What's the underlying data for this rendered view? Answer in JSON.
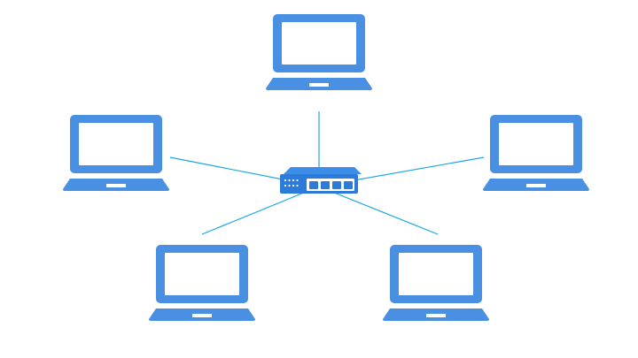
{
  "colors": {
    "background": "#ffffff",
    "device": "#4a90e2",
    "device_dark": "#3a7bd5",
    "screen": "#ffffff",
    "link": "#1aa8e0",
    "switch_body": "#3d8ee8",
    "switch_face": "#2d7bd8",
    "port": "#ffffff",
    "led": "#ffffff"
  },
  "diagram": {
    "topology": "star",
    "hub": {
      "icon": "network-switch-icon"
    },
    "nodes": [
      {
        "id": "laptop-top",
        "icon": "laptop-icon"
      },
      {
        "id": "laptop-left",
        "icon": "laptop-icon"
      },
      {
        "id": "laptop-right",
        "icon": "laptop-icon"
      },
      {
        "id": "laptop-bottom-left",
        "icon": "laptop-icon"
      },
      {
        "id": "laptop-bottom-right",
        "icon": "laptop-icon"
      }
    ],
    "links": [
      {
        "from": "hub",
        "to": "laptop-top"
      },
      {
        "from": "hub",
        "to": "laptop-left"
      },
      {
        "from": "hub",
        "to": "laptop-right"
      },
      {
        "from": "hub",
        "to": "laptop-bottom-left"
      },
      {
        "from": "hub",
        "to": "laptop-bottom-right"
      }
    ]
  }
}
